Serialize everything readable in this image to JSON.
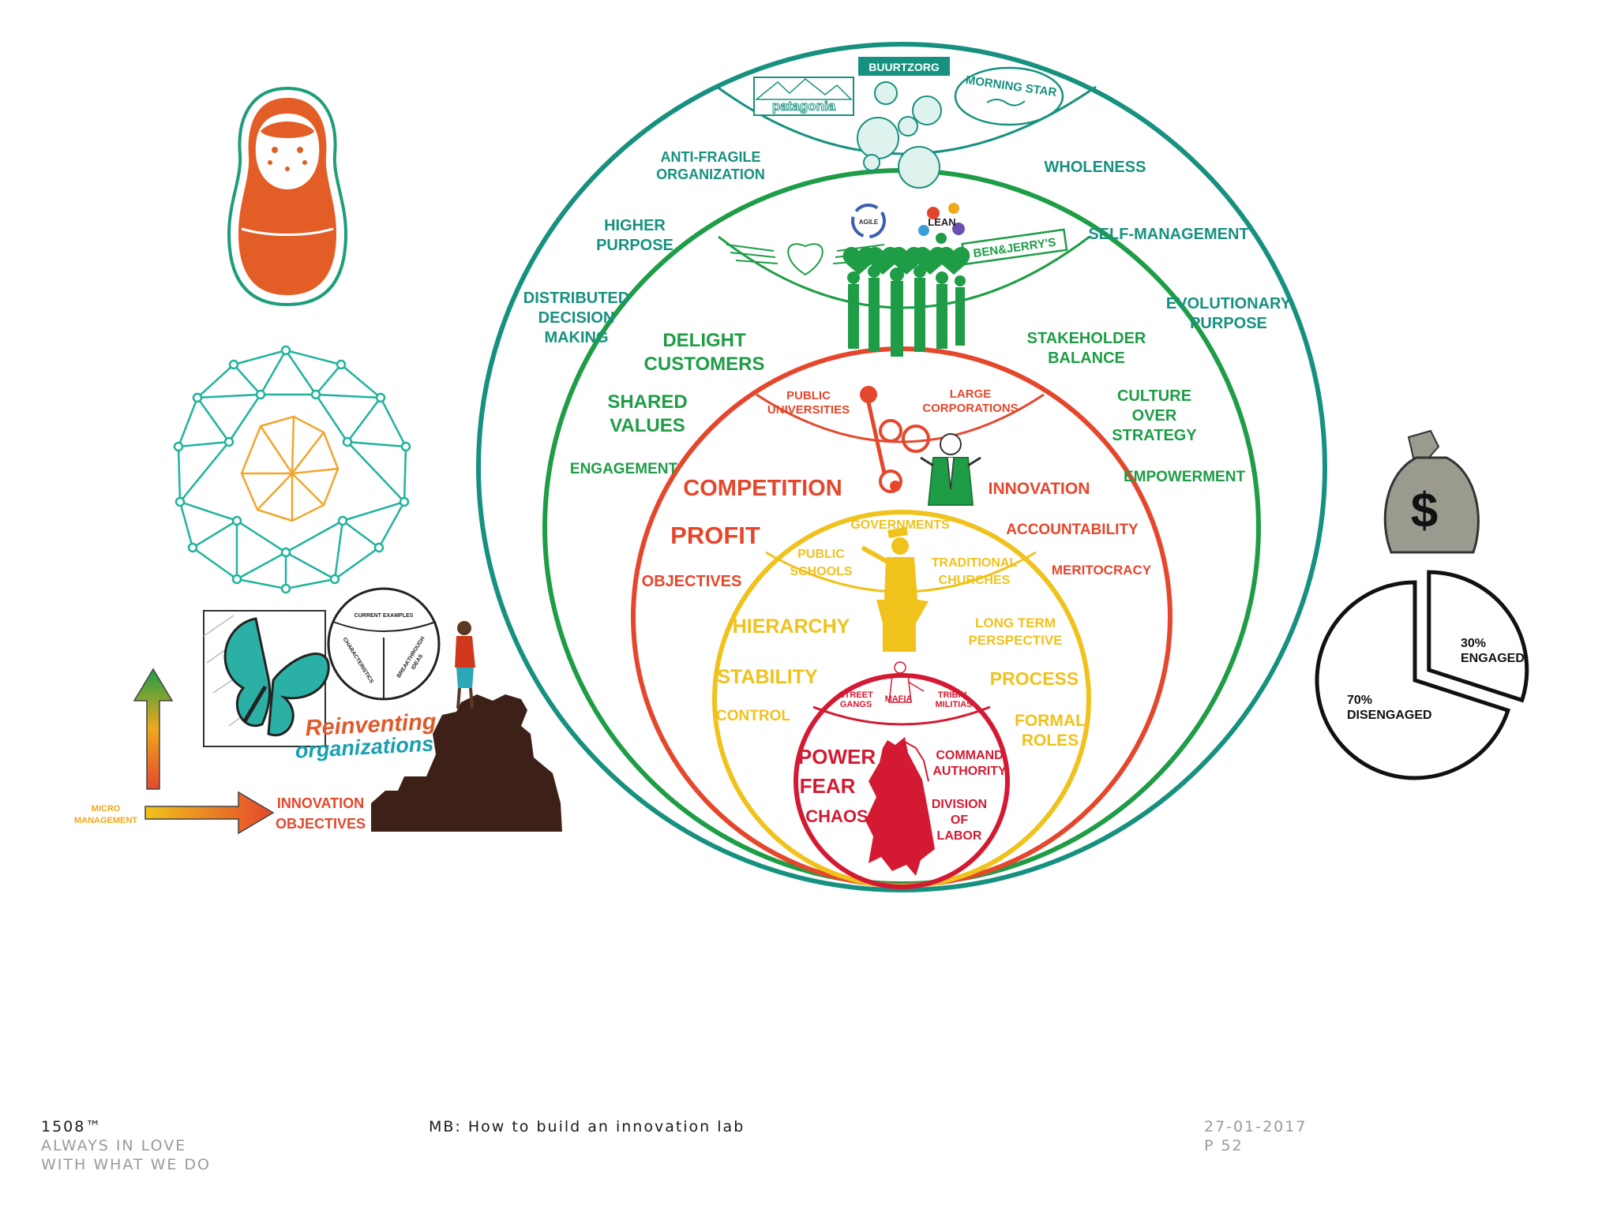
{
  "outer_ring": {
    "logos": [
      "BUURTZORG",
      "patagonia",
      "MORNING STAR"
    ],
    "labels": {
      "anti_fragile_1": "ANTI-FRAGILE",
      "anti_fragile_2": "ORGANIZATION",
      "wholeness": "WHOLENESS",
      "higher_purpose_1": "HIGHER",
      "higher_purpose_2": "PURPOSE",
      "self_management": "SELF-MANAGEMENT",
      "distributed_1": "DISTRIBUTED",
      "distributed_2": "DECISION",
      "distributed_3": "MAKING",
      "evolutionary_1": "EVOLUTIONARY",
      "evolutionary_2": "PURPOSE"
    }
  },
  "green_ring": {
    "logos": [
      "AGILE",
      "LEAN",
      "BEN&JERRY'S"
    ],
    "labels": {
      "delight_1": "DELIGHT",
      "delight_2": "CUSTOMERS",
      "stakeholder_1": "STAKEHOLDER",
      "stakeholder_2": "BALANCE",
      "shared_1": "SHARED",
      "shared_2": "VALUES",
      "culture_1": "CULTURE",
      "culture_2": "OVER",
      "culture_3": "STRATEGY",
      "engagement": "ENGAGEMENT",
      "empowerment": "EMPOWERMENT"
    }
  },
  "orange_ring": {
    "labels": {
      "public_univ_1": "PUBLIC",
      "public_univ_2": "UNIVERSITIES",
      "large_corp_1": "LARGE",
      "large_corp_2": "CORPORATIONS",
      "competition": "COMPETITION",
      "innovation": "INNOVATION",
      "profit": "PROFIT",
      "accountability": "ACCOUNTABILITY",
      "objectives": "OBJECTIVES",
      "meritocracy": "MERITOCRACY"
    }
  },
  "amber_ring": {
    "labels": {
      "governments": "GOVERNMENTS",
      "public_schools_1": "PUBLIC",
      "public_schools_2": "SCHOOLS",
      "churches_1": "TRADITIONAL",
      "churches_2": "CHURCHES",
      "hierarchy": "HIERARCHY",
      "long_term_1": "LONG TERM",
      "long_term_2": "PERSPECTIVE",
      "stability": "STABILITY",
      "process": "PROCESS",
      "control": "CONTROL",
      "formal_1": "FORMAL",
      "formal_2": "ROLES"
    }
  },
  "red_ring": {
    "labels": {
      "street_1": "STREET",
      "street_2": "GANGS",
      "mafia": "MAFIA",
      "tribal_1": "TRIBAL",
      "tribal_2": "MILITIAS",
      "power": "POWER",
      "fear": "FEAR",
      "chaos": "CHAOS",
      "command_1": "COMMAND",
      "command_2": "AUTHORITY",
      "division_1": "DIVISION",
      "division_2": "OF",
      "division_3": "LABOR"
    }
  },
  "left_panel": {
    "current_examples": "CURRENT EXAMPLES",
    "characteristics": "CHARACTERISTICS",
    "breakthrough_1": "BREAKTHROUGH",
    "breakthrough_2": "IDEAS",
    "reinventing_1": "Reinventing",
    "reinventing_2": "organizations",
    "micro_1": "MICRO",
    "micro_2": "MANAGEMENT",
    "innovation_1": "INNOVATION",
    "innovation_2": "OBJECTIVES"
  },
  "engagement_pie": {
    "currency_symbol": "$",
    "engaged_pct": "30%",
    "engaged_label": "ENGAGED",
    "disengaged_pct": "70%",
    "disengaged_label": "DISENGAGED",
    "engaged_fraction": 0.3
  },
  "footer": {
    "brand": "1508™",
    "tagline_1": "ALWAYS IN  LOVE",
    "tagline_2": "WITH WHAT WE DO",
    "title": "MB: How to build an innovation lab",
    "date": "27-01-2017",
    "page": "P 52"
  },
  "colors": {
    "teal": "#17917f",
    "green": "#1e9d46",
    "orange": "#e5472c",
    "amber": "#f0c21c",
    "red": "#d41a32",
    "doll": "#e35d26",
    "brown": "#3d2119"
  }
}
